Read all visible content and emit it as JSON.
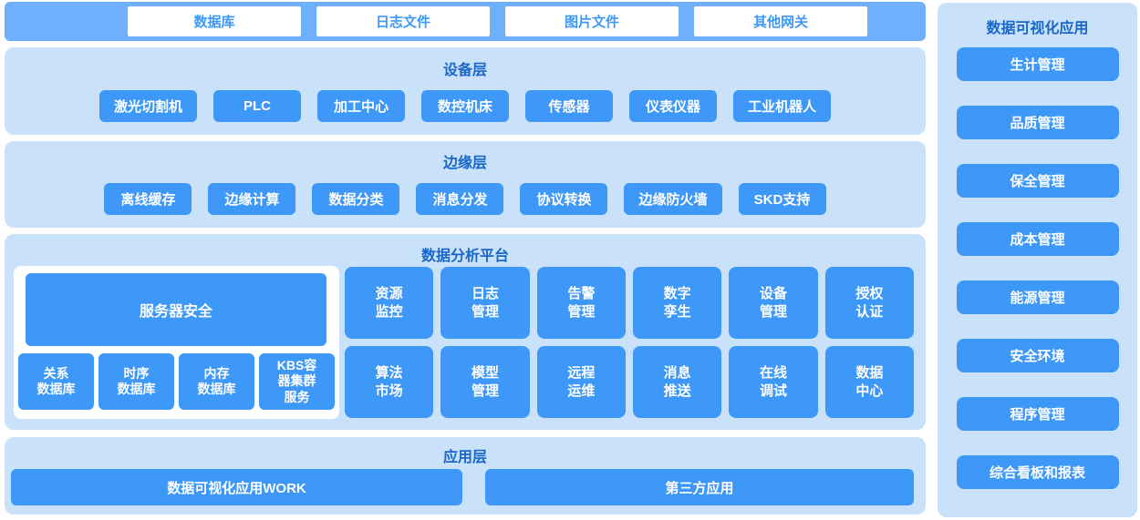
{
  "colors": {
    "accent_blue": "#3E98F8",
    "top_bar_blue": "#6FB0FC",
    "panel_light_blue": "#C9E2FA",
    "title_text_blue": "#1A66C9",
    "block_text": "#FFFFFF"
  },
  "top_bar": {
    "items": [
      "数据库",
      "日志文件",
      "图片文件",
      "其他网关"
    ]
  },
  "layers": {
    "device": {
      "title": "设备层",
      "items": [
        "激光切割机",
        "PLC",
        "加工中心",
        "数控机床",
        "传感器",
        "仪表仪器",
        "工业机器人"
      ]
    },
    "edge": {
      "title": "边缘层",
      "items": [
        "离线缓存",
        "边缘计算",
        "数据分类",
        "消息分发",
        "协议转换",
        "边缘防火墙",
        "SKD支持"
      ]
    },
    "platform": {
      "title": "数据分析平台",
      "server_box": "服务器安全",
      "db_items": [
        "关系\n数据库",
        "时序\n数据库",
        "内存\n数据库",
        "KBS容\n器集群\n服务"
      ],
      "grid_row1": [
        "资源\n监控",
        "日志\n管理",
        "告警\n管理",
        "数字\n孪生",
        "设备\n管理",
        "授权\n认证"
      ],
      "grid_row2": [
        "算法\n市场",
        "模型\n管理",
        "远程\n运维",
        "消息\n推送",
        "在线\n调试",
        "数据\n中心"
      ]
    },
    "application": {
      "title": "应用层",
      "items": [
        "数据可视化应用WORK",
        "第三方应用"
      ]
    }
  },
  "sidebar": {
    "title": "数据可视化应用",
    "items": [
      "生计管理",
      "品质管理",
      "保全管理",
      "成本管理",
      "能源管理",
      "安全环境",
      "程序管理",
      "综合看板和报表"
    ]
  }
}
